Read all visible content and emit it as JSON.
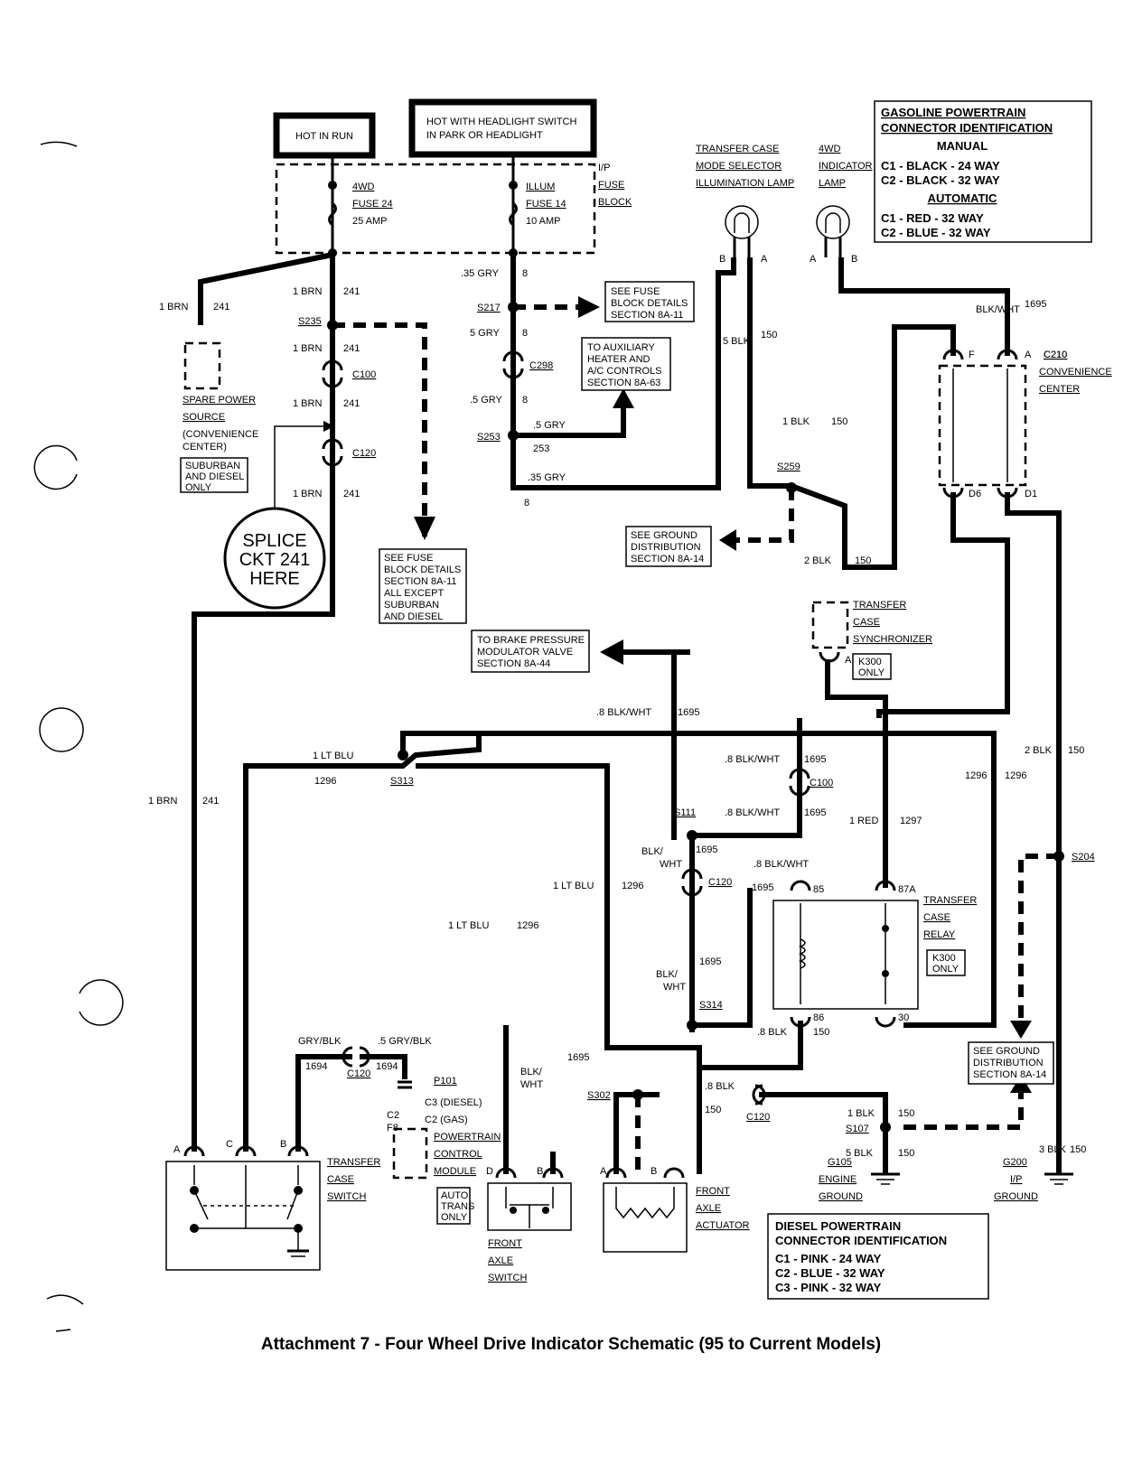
{
  "caption": "Attachment 7 - Four Wheel Drive Indicator Schematic (95 to Current Models)",
  "power": {
    "hot_in_run": "HOT IN RUN",
    "hot_headlight_1": "HOT WITH HEADLIGHT SWITCH",
    "hot_headlight_2": "IN PARK OR HEADLIGHT"
  },
  "fuse_block": {
    "label": [
      "I/P",
      "FUSE",
      "BLOCK"
    ],
    "fuse24": [
      "4WD",
      "FUSE 24",
      "25 AMP"
    ],
    "fuse14": [
      "ILLUM",
      "FUSE 14",
      "10 AMP"
    ]
  },
  "gas_id": {
    "title1": "GASOLINE POWERTRAIN",
    "title2": "CONNECTOR IDENTIFICATION",
    "manual": "MANUAL",
    "m1": "C1 - BLACK  - 24 WAY",
    "m2": "C2 - BLACK  - 32 WAY",
    "automatic": "AUTOMATIC",
    "a1": "C1 - RED     - 32 WAY",
    "a2": "C2 - BLUE   - 32 WAY"
  },
  "diesel_id": {
    "title1": "DIESEL POWERTRAIN",
    "title2": "CONNECTOR IDENTIFICATION",
    "c1": "C1 - PINK     - 24 WAY",
    "c2": "C2 - BLUE    - 32 WAY",
    "c3": "C3 - PINK     - 32 WAY"
  },
  "splice_note": [
    "SPLICE",
    "CKT 241",
    "HERE"
  ],
  "notes": {
    "fuse_details_1": [
      "SEE FUSE",
      "BLOCK DETAILS",
      "SECTION 8A-11"
    ],
    "fuse_details_2": [
      "SEE FUSE",
      "BLOCK DETAILS",
      "SECTION 8A-11",
      "ALL EXCEPT",
      "SUBURBAN",
      "AND DIESEL"
    ],
    "aux_heater": [
      "TO AUXILIARY",
      "HEATER AND",
      "A/C CONTROLS",
      "SECTION 8A-63"
    ],
    "ground_dist_1": [
      "SEE GROUND",
      "DISTRIBUTION",
      "SECTION 8A-14"
    ],
    "ground_dist_2": [
      "SEE GROUND",
      "DISTRIBUTION",
      "SECTION 8A-14"
    ],
    "brake_mod": [
      "TO BRAKE PRESSURE",
      "MODULATOR VALVE",
      "SECTION 8A-44"
    ],
    "suburban_diesel": [
      "SUBURBAN",
      "AND DIESEL",
      "ONLY"
    ],
    "k300_1": [
      "K300",
      "ONLY"
    ],
    "k300_2": [
      "K300",
      "ONLY"
    ],
    "auto_trans": [
      "AUTO",
      "TRANS",
      "ONLY"
    ]
  },
  "components": {
    "spare_power": [
      "SPARE POWER",
      "SOURCE",
      "(CONVENIENCE",
      "CENTER)"
    ],
    "mode_lamp": [
      "TRANSFER CASE",
      "MODE SELECTOR",
      "ILLUMINATION LAMP"
    ],
    "ind_lamp": [
      "4WD",
      "INDICATOR",
      "LAMP"
    ],
    "c210": [
      "C210",
      "CONVENIENCE",
      "CENTER"
    ],
    "synchronizer": [
      "TRANSFER",
      "CASE",
      "SYNCHRONIZER"
    ],
    "relay": [
      "TRANSFER",
      "CASE",
      "RELAY"
    ],
    "tc_switch": [
      "TRANSFER",
      "CASE",
      "SWITCH"
    ],
    "pcm": [
      "P101",
      "C3 (DIESEL)",
      "C2 (GAS)",
      "POWERTRAIN",
      "CONTROL",
      "MODULE"
    ],
    "front_axle_switch": [
      "FRONT",
      "AXLE",
      "SWITCH"
    ],
    "front_axle_actuator": [
      "FRONT",
      "AXLE",
      "ACTUATOR"
    ],
    "g105": [
      "G105",
      "ENGINE",
      "GROUND"
    ],
    "g200": [
      "G200",
      "I/P",
      "GROUND"
    ]
  },
  "splices": [
    "S235",
    "S217",
    "S253",
    "S259",
    "S313",
    "S111",
    "S314",
    "S302",
    "S107",
    "S204"
  ],
  "connectors": [
    "C100",
    "C120",
    "C298",
    "C210",
    "C100",
    "C120",
    "C120",
    "C120"
  ],
  "wire_labels": {
    "brn": "1 BRN",
    "c241": "241",
    "gry35": ".35 GRY",
    "gry5": ".5 GRY",
    "gry5b": "5 GRY",
    "c8": "8",
    "c253": "253",
    "blk5": "5 BLK",
    "blk1": "1 BLK",
    "blk2": "2 BLK",
    "blk3": "3 BLK",
    "c150": "150",
    "blkwht": "BLK/WHT",
    "blkwht8": ".8 BLK/WHT",
    "c1695": "1695",
    "ltblu": "1 LT BLU",
    "c1296": "1296",
    "red": "1 RED",
    "c1297": "1297",
    "gryblk": "GRY/BLK",
    "gryblk5": ".5 GRY/BLK",
    "c1694": "1694",
    "blk8": ".8 BLK",
    "blkwht1": "BLK/",
    "wht": "WHT"
  }
}
